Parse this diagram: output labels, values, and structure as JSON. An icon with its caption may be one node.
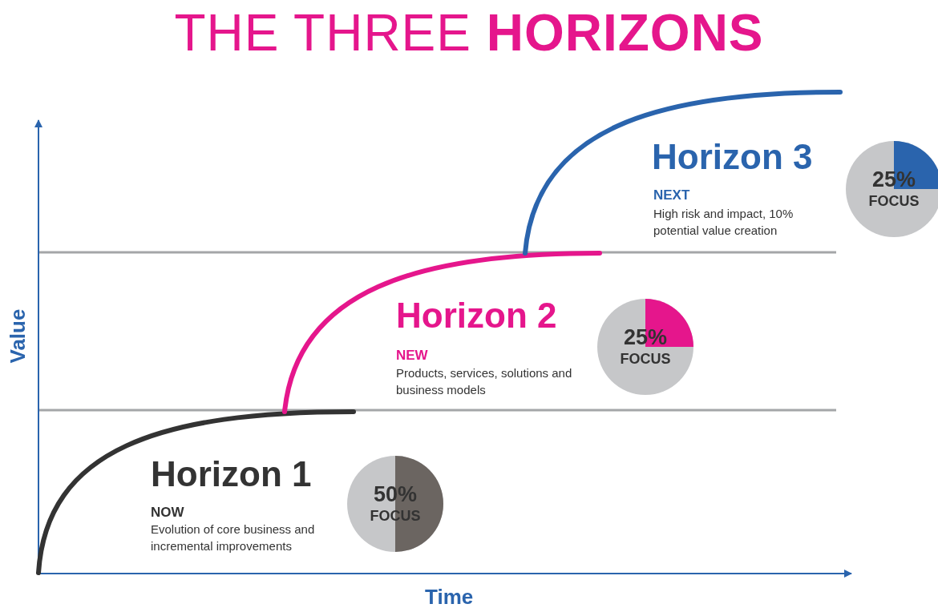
{
  "diagram": {
    "title": "THE THREE **HORIZONS**",
    "nodes": [
      {
        "text": [
          "25%",
          "FOCUS"
        ]
      },
      {
        "text": [
          "25%",
          "FOCUS"
        ]
      },
      {
        "text": [
          "50%",
          "FOCUS"
        ]
      }
    ],
    "labels": [
      "Horizon 3",
      "NEXT",
      "High risk and impact, 10% potential value creation",
      "Horizon 2",
      "NEW",
      "Products, services, solutions and business models",
      "Horizon 1",
      "NOW",
      "Evolution of core business and incremental improvements",
      "Value",
      "Time"
    ]
  }
}
